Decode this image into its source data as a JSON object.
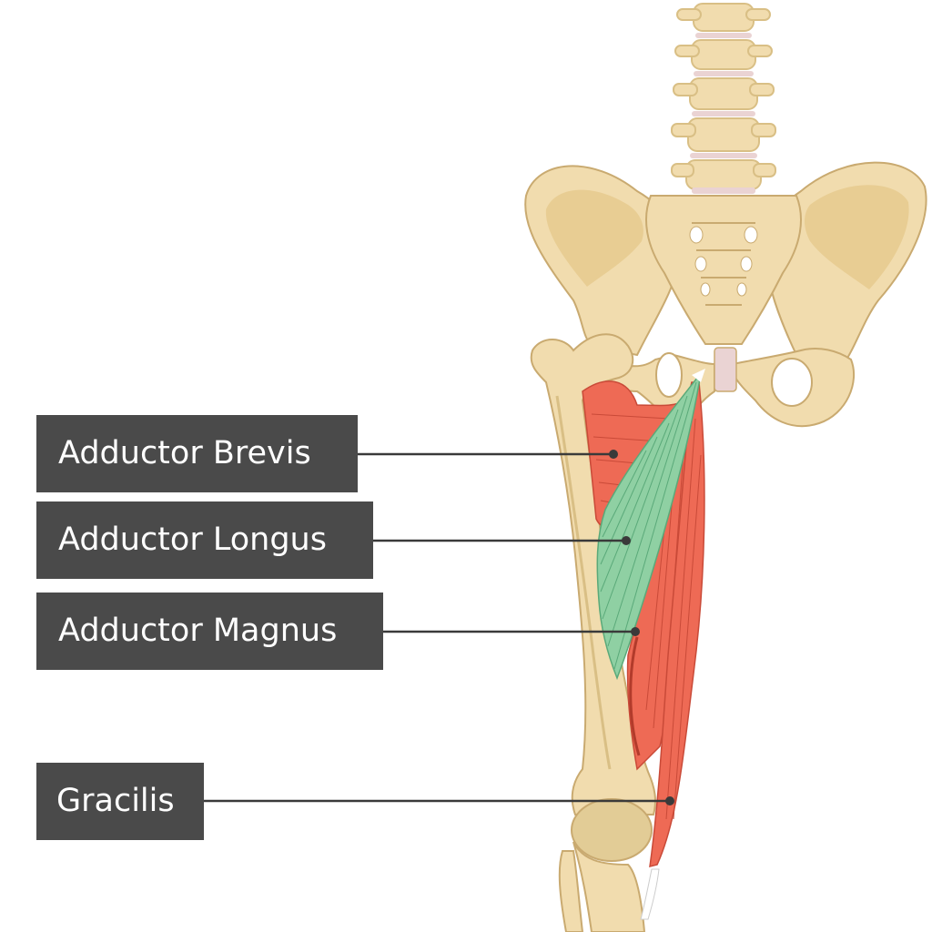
{
  "labels": {
    "adductor_brevis": "Adductor Brevis",
    "adductor_longus": "Adductor Longus",
    "adductor_magnus": "Adductor Magnus",
    "gracilis": "Gracilis"
  },
  "colors": {
    "bone": "#f1dcae",
    "bone_shade": "#d9bf85",
    "bone_outline": "#c9aa70",
    "cartilage": "#ead3d3",
    "muscle_red": "#ee6a55",
    "muscle_red_dark": "#c94a38",
    "muscle_green": "#8fd0a3",
    "muscle_green_dark": "#5aa979",
    "label_bg": "#4a4a4a",
    "label_text": "#ffffff",
    "leader_line": "#3a3a3a"
  }
}
